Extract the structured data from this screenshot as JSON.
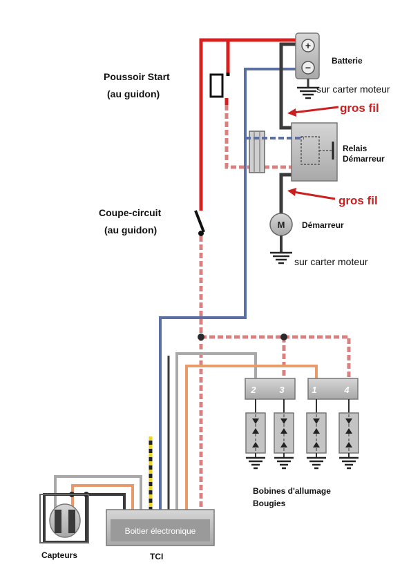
{
  "labels": {
    "battery": "Batterie",
    "battery_ground": "sur carter moteur",
    "start_button_line1": "Poussoir Start",
    "start_button_line2": "(au guidon)",
    "thick_wire_1": "gros fil",
    "relay_line1": "Relais",
    "relay_line2": "Démarreur",
    "thick_wire_2": "gros fil",
    "kill_switch_line1": "Coupe-circuit",
    "kill_switch_line2": "(au guidon)",
    "starter_motor": "Démarreur",
    "starter_motor_symbol": "M",
    "starter_ground": "sur carter moteur",
    "coils_line1": "Bobines d'allumage",
    "coils_line2": "Bougies",
    "tci_box": "Boitier électronique",
    "tci": "TCI",
    "sensors": "Capteurs"
  },
  "coil_numbers": [
    "2",
    "3",
    "1",
    "4"
  ],
  "battery_terminals": {
    "plus": "+",
    "minus": "−"
  },
  "colors": {
    "red_wire": "#d91e1e",
    "red_white_wire": "#d98080",
    "blue_wire": "#5b6fa3",
    "dark_wire": "#3a3a3a",
    "grey_wire": "#a9a9a9",
    "orange_wire": "#e89a6a",
    "label_red": "#cc1f1f",
    "component_grey": "#b9b9b9"
  }
}
